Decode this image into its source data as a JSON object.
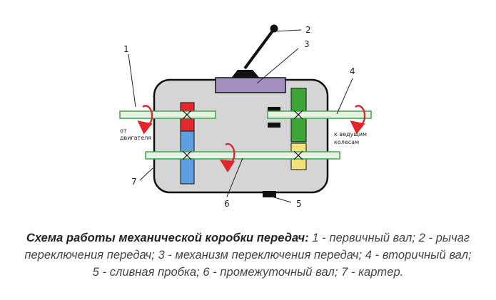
{
  "diagram": {
    "labels": {
      "n1": "1",
      "n2": "2",
      "n3": "3",
      "n4": "4",
      "n5": "5",
      "n6": "6",
      "n7": "7"
    },
    "from_engine": [
      "от",
      "двигателя"
    ],
    "to_wheels": [
      "к ведущим",
      "колесам"
    ],
    "colors": {
      "housing": "#d5d5d5",
      "housing_border": "#111111",
      "mechanism": "#a58fc2",
      "red_gear": "#e5262b",
      "blue_gear": "#5f9ee0",
      "green_gear": "#3da637",
      "yellow_gear": "#f1e27a",
      "shaft": "#e8f2e4",
      "shaft_border": "#3aa64a",
      "arrow": "#e0262b"
    }
  },
  "caption": {
    "title": "Схема работы механической коробки передач:",
    "line1_text": " 1 - первичный вал; 2 - рычаг",
    "line2": "переключения передач; 3 - механизм переключения передач; 4 - вторичный вал;",
    "line3": "5 - сливная пробка; 6 - промежуточный вал; 7 - картер."
  }
}
